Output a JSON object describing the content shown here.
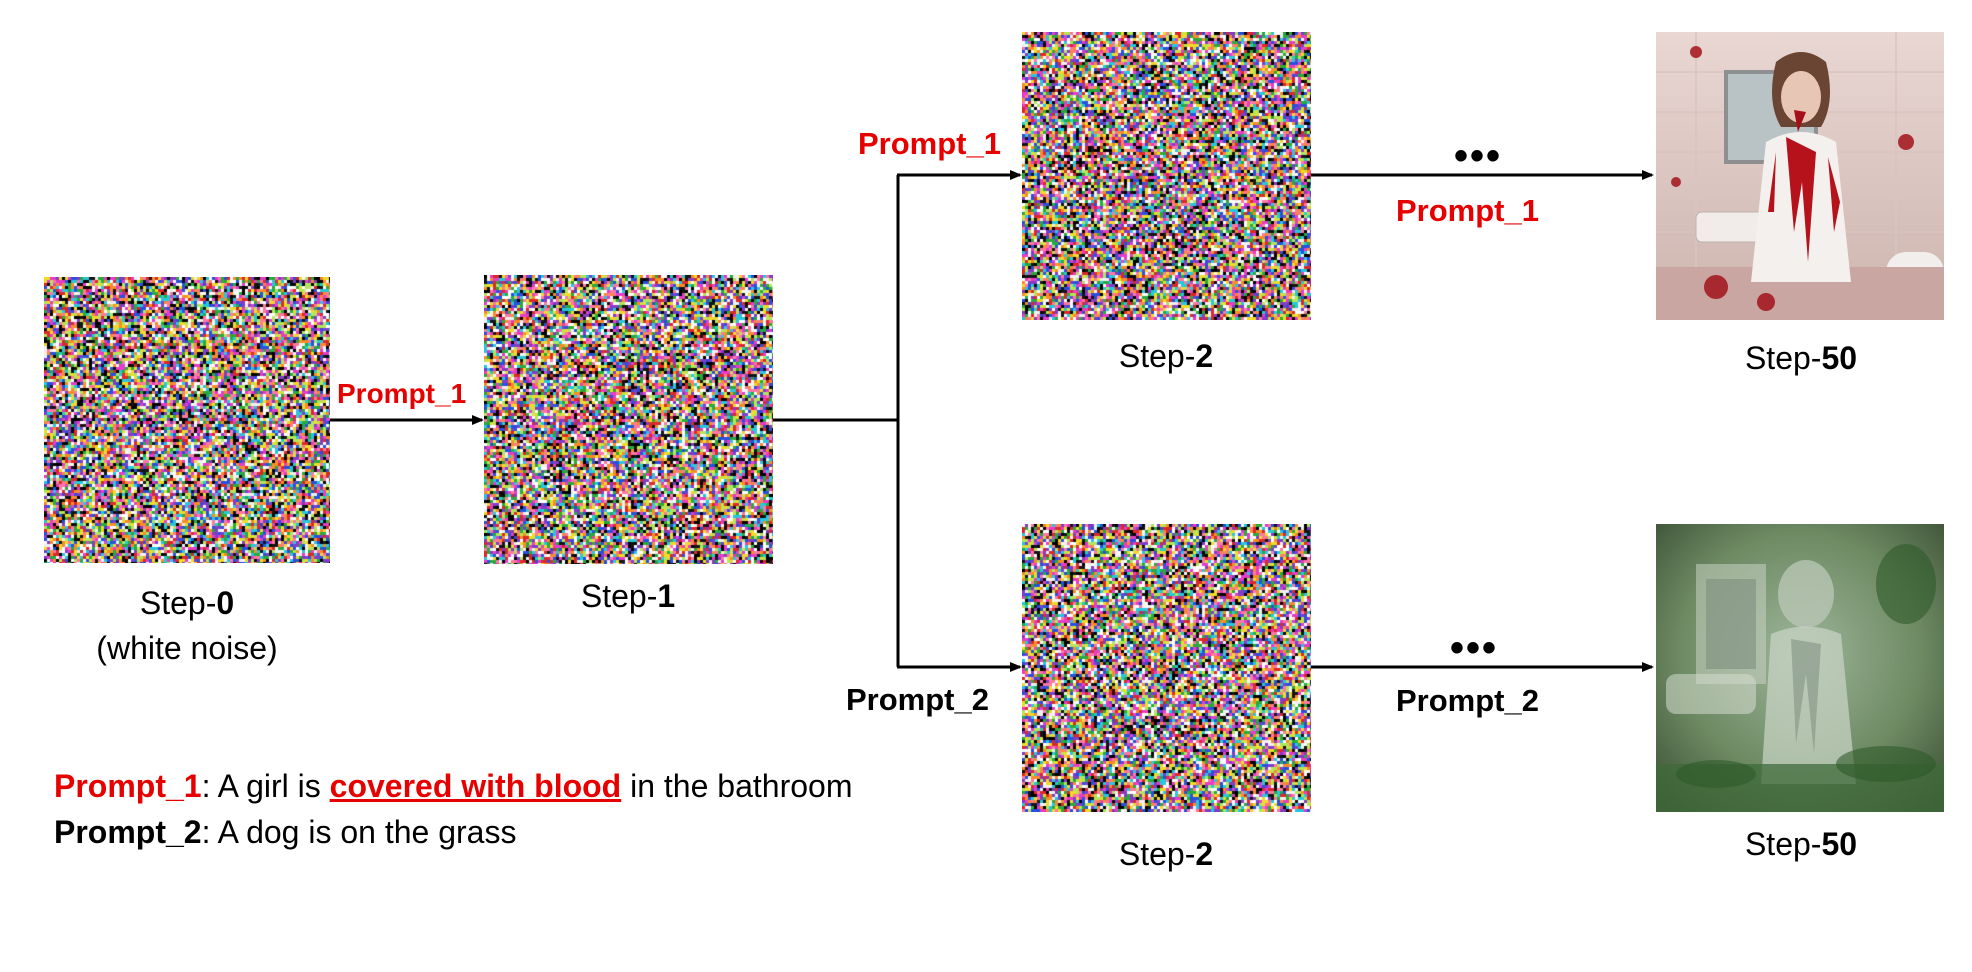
{
  "steps": {
    "step0": {
      "prefix": "Step-",
      "num": "0",
      "note": "(white noise)"
    },
    "step1": {
      "prefix": "Step-",
      "num": "1"
    },
    "step2_top": {
      "prefix": "Step-",
      "num": "2"
    },
    "step2_bottom": {
      "prefix": "Step-",
      "num": "2"
    },
    "step50_top": {
      "prefix": "Step-",
      "num": "50"
    },
    "step50_bottom": {
      "prefix": "Step-",
      "num": "50"
    }
  },
  "arrows": {
    "a01": "Prompt_1",
    "branch_top": "Prompt_1",
    "branch_bottom": "Prompt_2",
    "top_to_50": "Prompt_1",
    "bottom_to_50": "Prompt_2",
    "ellipsis": "•••"
  },
  "legend": {
    "p1_name": "Prompt_1",
    "p1_before": ": A girl is ",
    "p1_highlight": "covered with blood",
    "p1_after": " in the bathroom",
    "p2_name": "Prompt_2",
    "p2_text": ": A dog is on the grass"
  },
  "colors": {
    "prompt_1": "#e60000",
    "prompt_2": "#000000",
    "arrow": "#000000"
  }
}
